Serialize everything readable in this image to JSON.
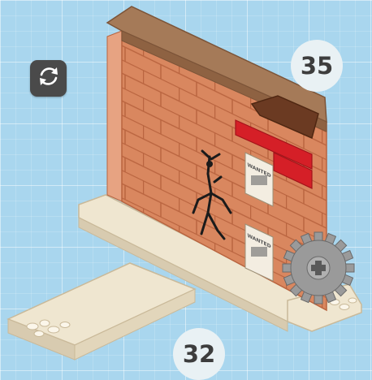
{
  "controls": {
    "rotate_icon": "rotate-arrows-icon"
  },
  "steps": {
    "upper": "35",
    "lower": "32"
  },
  "colors": {
    "background": "#a9d6ee",
    "brick": "#d9875f",
    "cap": "#a57a58",
    "red_accent": "#d51f27",
    "base": "#efe6d0",
    "gear": "#9a9a9a"
  },
  "poster": {
    "heading": "WANTED"
  }
}
